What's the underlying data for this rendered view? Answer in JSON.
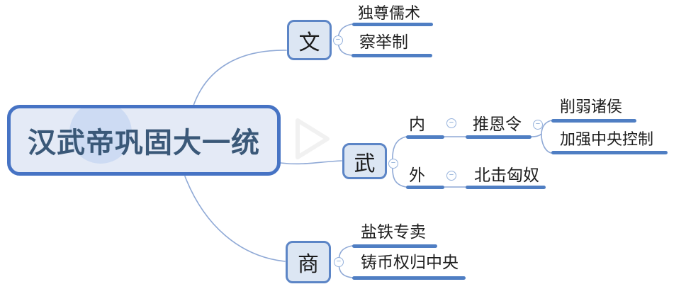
{
  "tree": {
    "label": "汉武帝巩固大一统",
    "children": [
      {
        "label": "文",
        "children": [
          {
            "label": "独尊儒术"
          },
          {
            "label": "察举制"
          }
        ]
      },
      {
        "label": "武",
        "children": [
          {
            "label": "内",
            "children": [
              {
                "label": "推恩令",
                "children": [
                  {
                    "label": "削弱诸侯"
                  },
                  {
                    "label": "加强中央控制"
                  }
                ]
              }
            ]
          },
          {
            "label": "外",
            "children": [
              {
                "label": "北击匈奴"
              }
            ]
          }
        ]
      },
      {
        "label": "商",
        "children": [
          {
            "label": "盐铁专卖"
          },
          {
            "label": "铸币权归中央"
          }
        ]
      }
    ]
  },
  "icons": {
    "collapse": "−"
  },
  "colors": {
    "root_border": "#4673C4",
    "root_fill": "#E4EAF6",
    "root_text": "#3A5878",
    "box_border": "#5C85C6",
    "box_fill": "#DCE6F3",
    "branch_line": "#4F7EC3",
    "connector": "#8FA9D6",
    "collapse_ring": "#96B2DC"
  }
}
